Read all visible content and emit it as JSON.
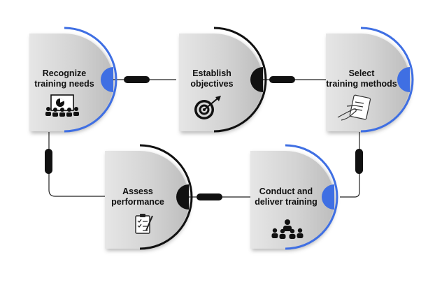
{
  "colors": {
    "blue": "#3f6fe3",
    "black": "#111111",
    "connector": "#222222"
  },
  "steps": [
    {
      "line1": "Recognize",
      "line2": "training needs",
      "icon": "presentation-audience-icon",
      "accent": "blue"
    },
    {
      "line1": "Establish",
      "line2": "objectives",
      "icon": "target-arrow-icon",
      "accent": "black"
    },
    {
      "line1": "Select",
      "line2": "training methods",
      "icon": "hand-tablet-icon",
      "accent": "blue"
    },
    {
      "line1": "Assess",
      "line2": "performance",
      "icon": "clipboard-checklist-icon",
      "accent": "black"
    },
    {
      "line1": "Conduct and",
      "line2": "deliver training",
      "icon": "group-meeting-icon",
      "accent": "blue"
    }
  ]
}
